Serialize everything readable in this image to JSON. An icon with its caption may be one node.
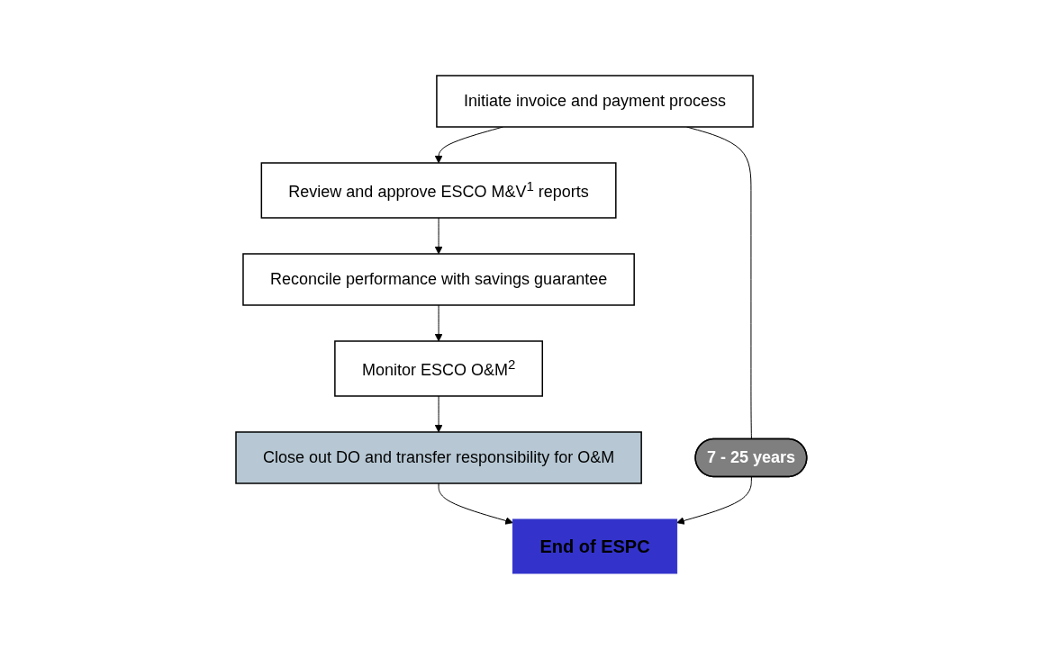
{
  "diagram": {
    "nodes": [
      {
        "text": [
          "Initiate invoice and payment process"
        ]
      },
      {
        "text": [
          "Review and approve ESCO M&V$^{1}$ reports"
        ]
      },
      {
        "text": [
          "Reconcile performance with savings guarantee"
        ]
      },
      {
        "text": [
          "Monitor ESCO O&M$^{2}$"
        ]
      },
      {
        "text": [
          "Close out DO and transfer responsibility for O&M"
        ]
      },
      {
        "text": [
          "7 - 25 years"
        ]
      },
      {
        "text": [
          "End of ESPC"
        ]
      }
    ],
    "edges": [
      {
        "from": 0,
        "to": 1,
        "arrow": "to"
      },
      {
        "from": 1,
        "to": 2,
        "arrow": "to"
      },
      {
        "from": 2,
        "to": 3,
        "arrow": "to"
      },
      {
        "from": 3,
        "to": 4,
        "arrow": "to"
      },
      {
        "from": 4,
        "to": 6,
        "arrow": "to"
      },
      {
        "from": 0,
        "to": 5,
        "arrow": "none"
      },
      {
        "from": 5,
        "to": 6,
        "arrow": "to"
      }
    ]
  }
}
